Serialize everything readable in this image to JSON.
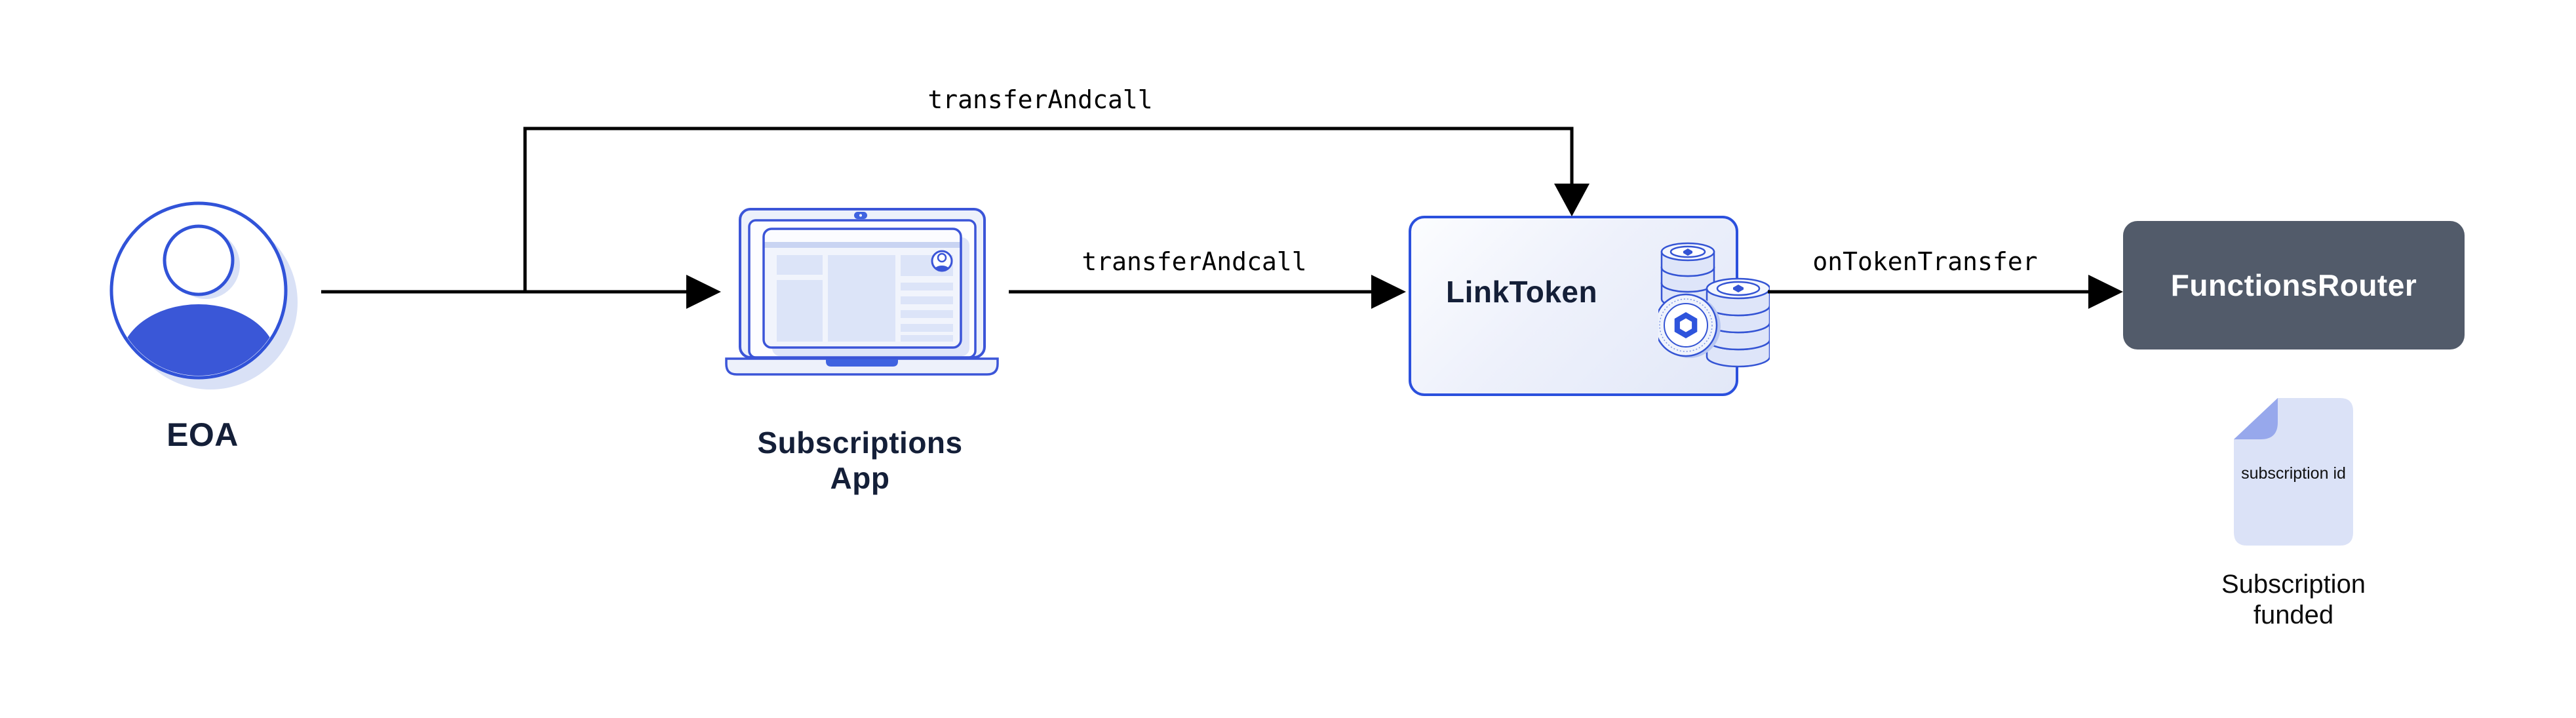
{
  "diagram": {
    "nodes": {
      "eoa": {
        "label": "EOA",
        "icon": "user-avatar-icon"
      },
      "subscriptions_app": {
        "label": "Subscriptions App",
        "icon": "laptop-icon"
      },
      "link_token": {
        "label": "LinkToken",
        "icon": "coin-stack-icon"
      },
      "functions_router": {
        "label": "FunctionsRouter"
      },
      "subscription_receipt": {
        "icon": "document-icon",
        "doc_text": "subscription id",
        "caption": "Subscription funded"
      }
    },
    "edges": {
      "eoa_to_link_token": {
        "label": "transferAndcall"
      },
      "app_to_link_token": {
        "label": "transferAndcall"
      },
      "link_token_to_router": {
        "label": "onTokenTransfer"
      }
    },
    "colors": {
      "accent_blue": "#3153D8",
      "dark_navy": "#141F38",
      "router_slate": "#525B6A",
      "arrow_black": "#000000",
      "panel_fill": "#E6EBF9",
      "doc_fill": "#DBE2F7",
      "doc_fold": "#97A8EC"
    }
  }
}
